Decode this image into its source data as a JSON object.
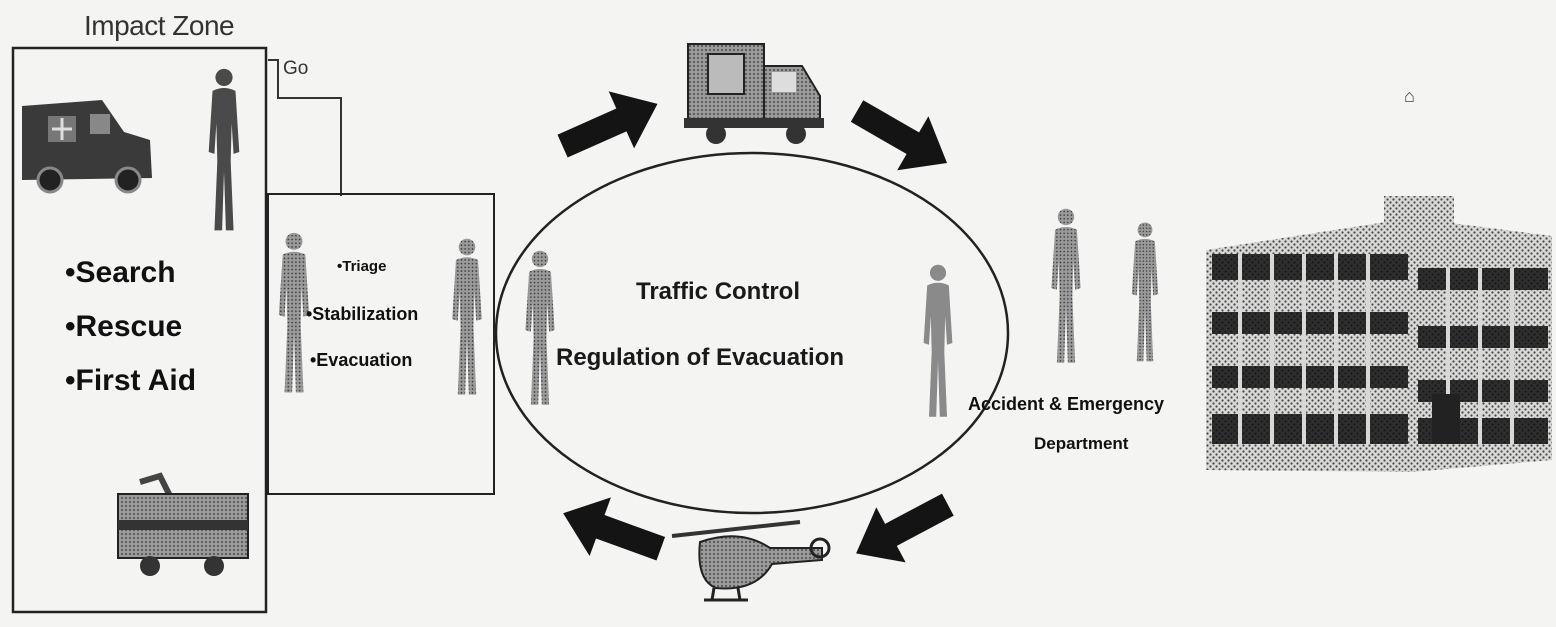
{
  "impact_zone": {
    "title": "Impact Zone",
    "go_label": "Go",
    "items": [
      "•Search",
      "•Rescue",
      "•First Aid"
    ]
  },
  "casualty_area": {
    "items": [
      "•Triage",
      "•Stabilization",
      "•Evacuation"
    ]
  },
  "transport_loop": {
    "line1": "Traffic Control",
    "line2": "Regulation of Evacuation"
  },
  "hospital": {
    "line1": "Accident & Emergency",
    "line2": "Department",
    "mark": "⌂"
  },
  "icons": [
    "ambulance-van-icon",
    "rescuer-figure-icon",
    "fire-engine-icon",
    "paramedic-figure-icon",
    "ambulance-truck-icon",
    "helicopter-icon",
    "police-officer-icon",
    "nurse-figure-icon",
    "hospital-building-icon",
    "flow-arrow-icon"
  ],
  "colors": {
    "background": "#f4f4f2",
    "line": "#222222",
    "icon_fill": "#555555",
    "arrow_fill": "#141414"
  }
}
